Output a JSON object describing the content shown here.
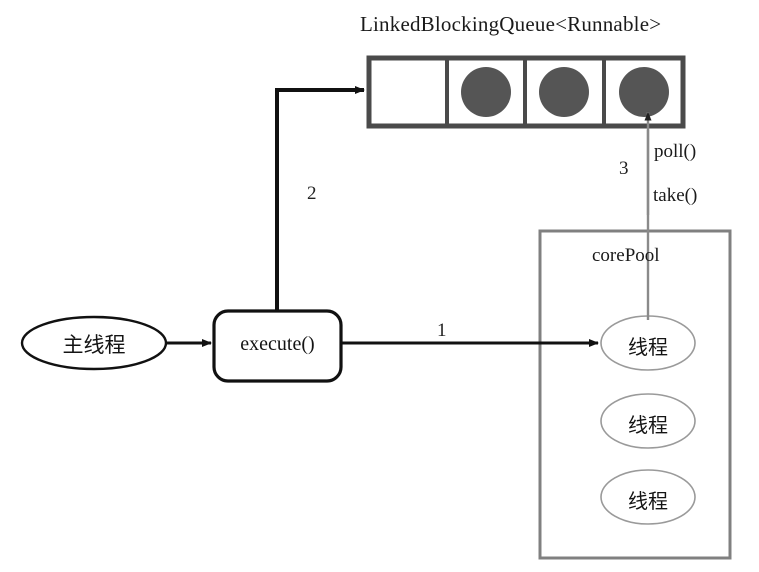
{
  "diagram": {
    "title": "LinkedBlockingQueue<Runnable>",
    "queue": {
      "name": "LinkedBlockingQueue<Runnable>",
      "cell_count": 4,
      "cells": [
        {
          "index": 0,
          "filled": false,
          "task_label": ""
        },
        {
          "index": 1,
          "filled": true,
          "task_label": ""
        },
        {
          "index": 2,
          "filled": true,
          "task_label": ""
        },
        {
          "index": 3,
          "filled": true,
          "task_label": ""
        }
      ],
      "task_color": "#555555",
      "border_color": "#4a4a4a"
    },
    "nodes": {
      "main_thread": "主线程",
      "execute": "execute()",
      "core_pool": "corePool",
      "threads": [
        "线程",
        "线程",
        "线程"
      ]
    },
    "edges": [
      {
        "id": "edge-1",
        "label": "1",
        "from": "execute",
        "to": "thread-1"
      },
      {
        "id": "edge-2",
        "label": "2",
        "from": "execute",
        "to": "queue-cell-0"
      },
      {
        "id": "edge-3",
        "label": "3",
        "from": "thread-1",
        "to": "queue-cell-3"
      },
      {
        "id": "edge-submit",
        "label": "",
        "from": "main_thread",
        "to": "execute"
      }
    ],
    "operations": {
      "poll": "poll()",
      "take": "take()"
    },
    "colors": {
      "stroke_dark": "#111111",
      "stroke_gray": "#8a8a8a",
      "box_gray": "#7f7f7f",
      "task_fill": "#555555",
      "background": "#ffffff"
    }
  }
}
